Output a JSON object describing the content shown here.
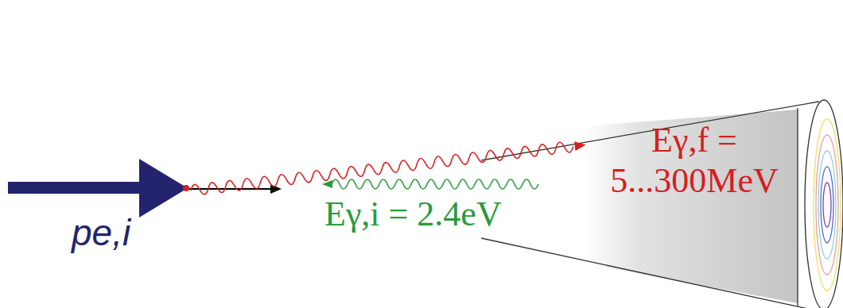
{
  "diagram": {
    "nodes": [
      {
        "text": [
          "Eγ,f = 5...300MeV"
        ]
      }
    ],
    "labels": [
      "Eγ,i = 2.4eV",
      "pe,i"
    ]
  }
}
